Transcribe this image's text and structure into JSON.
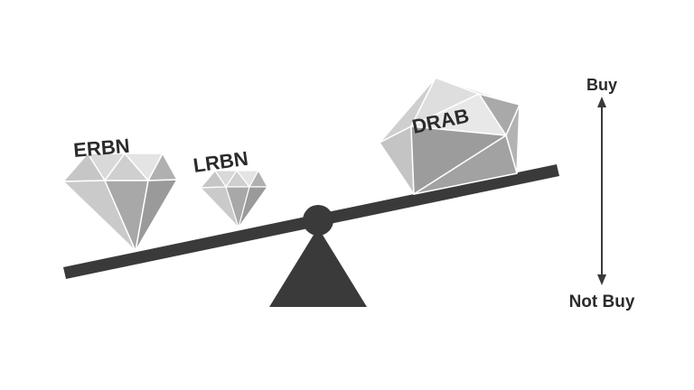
{
  "labels": {
    "left_gem": "ERBN",
    "middle_gem": "LRBN",
    "right_gem": "DRAB",
    "scale_top": "Buy",
    "scale_bottom": "Not Buy"
  },
  "colors": {
    "ink": "#3a3a3a",
    "text": "#2b2b2b",
    "gem_light": "#d9d9d9",
    "gem_mid": "#bdbdbd",
    "gem_dark": "#9a9a9a",
    "gem_edge": "#ffffff"
  }
}
